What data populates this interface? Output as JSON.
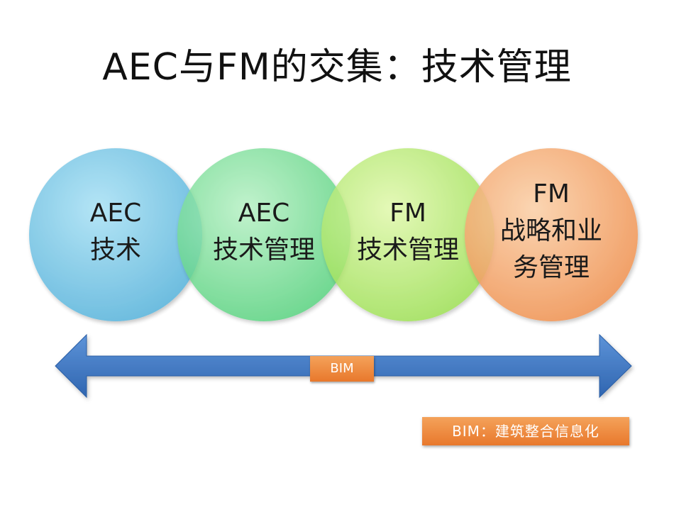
{
  "title": "AEC与FM的交集：技术管理",
  "circles": [
    {
      "lines": [
        "AEC",
        "技术"
      ],
      "color": "#7ec9e6"
    },
    {
      "lines": [
        "AEC",
        "技术管理"
      ],
      "color": "#7fdd9a"
    },
    {
      "lines": [
        "FM",
        "技术管理"
      ],
      "color": "#b9ec6f"
    },
    {
      "lines": [
        "FM",
        "战略和业",
        "务管理"
      ],
      "color": "#f6a96b"
    }
  ],
  "arrow": {
    "label": "BIM",
    "color": "#3f78c4"
  },
  "note": {
    "text": "BIM：建筑整合信息化",
    "color": "#ef8a3c"
  }
}
